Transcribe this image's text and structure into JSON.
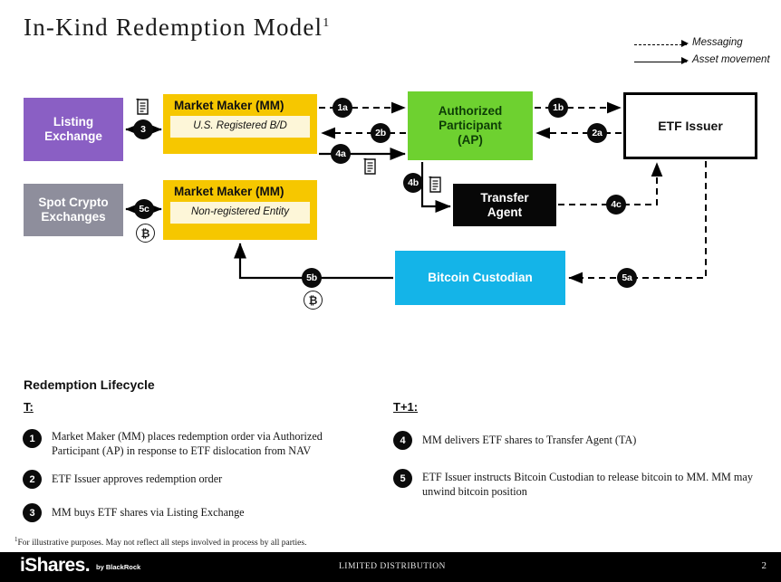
{
  "title": {
    "text": "In-Kind Redemption Model",
    "footnote_marker": "1"
  },
  "legend": {
    "items": [
      {
        "label": "Messaging",
        "style": "dashed"
      },
      {
        "label": "Asset movement",
        "style": "solid"
      }
    ]
  },
  "diagram": {
    "nodes": {
      "listing_exchange": {
        "label": "Listing Exchange",
        "line1": "Listing",
        "line2": "Exchange",
        "color": "#8a5fc4",
        "text_color": "#ffffff"
      },
      "spot_crypto": {
        "label": "Spot Crypto Exchanges",
        "line1": "Spot Crypto",
        "line2": "Exchanges",
        "color": "#8e8e9c",
        "text_color": "#ffffff"
      },
      "market_maker_1": {
        "title": "Market Maker (MM)",
        "subtitle": "U.S. Registered B/D",
        "color": "#f6c700",
        "subtitle_bg": "#fdf6d8"
      },
      "market_maker_2": {
        "title": "Market Maker (MM)",
        "subtitle": "Non-registered Entity",
        "color": "#f6c700",
        "subtitle_bg": "#fdf6d8"
      },
      "authorized_participant": {
        "line1": "Authorized",
        "line2": "Participant",
        "line3": "(AP)",
        "color": "#6ed130",
        "text_color": "#0d3d06"
      },
      "etf_issuer": {
        "label": "ETF Issuer",
        "color": "#ffffff",
        "text_color": "#111111",
        "border_color": "#000000"
      },
      "transfer_agent": {
        "line1": "Transfer",
        "line2": "Agent",
        "color": "#070707",
        "text_color": "#ffffff"
      },
      "bitcoin_custodian": {
        "label": "Bitcoin Custodian",
        "color": "#14b4e8",
        "text_color": "#ffffff"
      }
    },
    "badges": {
      "b3": "3",
      "b1a": "1a",
      "b2b": "2b",
      "b4a": "4a",
      "b1b": "1b",
      "b2a": "2a",
      "b4b": "4b",
      "b4c": "4c",
      "b5c": "5c",
      "b5b": "5b",
      "b5a": "5a"
    },
    "bitcoin_symbol": "₿"
  },
  "lifecycle": {
    "heading": "Redemption Lifecycle",
    "columns": [
      {
        "header": "T:",
        "steps": [
          {
            "num": "1",
            "text": "Market Maker (MM) places redemption order via Authorized Participant (AP) in response to ETF dislocation from NAV"
          },
          {
            "num": "2",
            "text": "ETF Issuer approves redemption order"
          },
          {
            "num": "3",
            "text": "MM buys ETF shares via Listing Exchange"
          }
        ]
      },
      {
        "header": "T+1:",
        "steps": [
          {
            "num": "4",
            "text": "MM delivers ETF shares to Transfer Agent (TA)"
          },
          {
            "num": "5",
            "text": "ETF Issuer instructs Bitcoin Custodian to release bitcoin to MM. MM may unwind bitcoin position"
          }
        ]
      }
    ]
  },
  "footnote": {
    "marker": "1",
    "text": "For illustrative purposes.  May not reflect all steps involved in process by all parties."
  },
  "footer": {
    "logo": "iShares",
    "logo_dot": ".",
    "by_line": "by BlackRock",
    "center_text": "LIMITED DISTRIBUTION",
    "page_number": "2"
  }
}
